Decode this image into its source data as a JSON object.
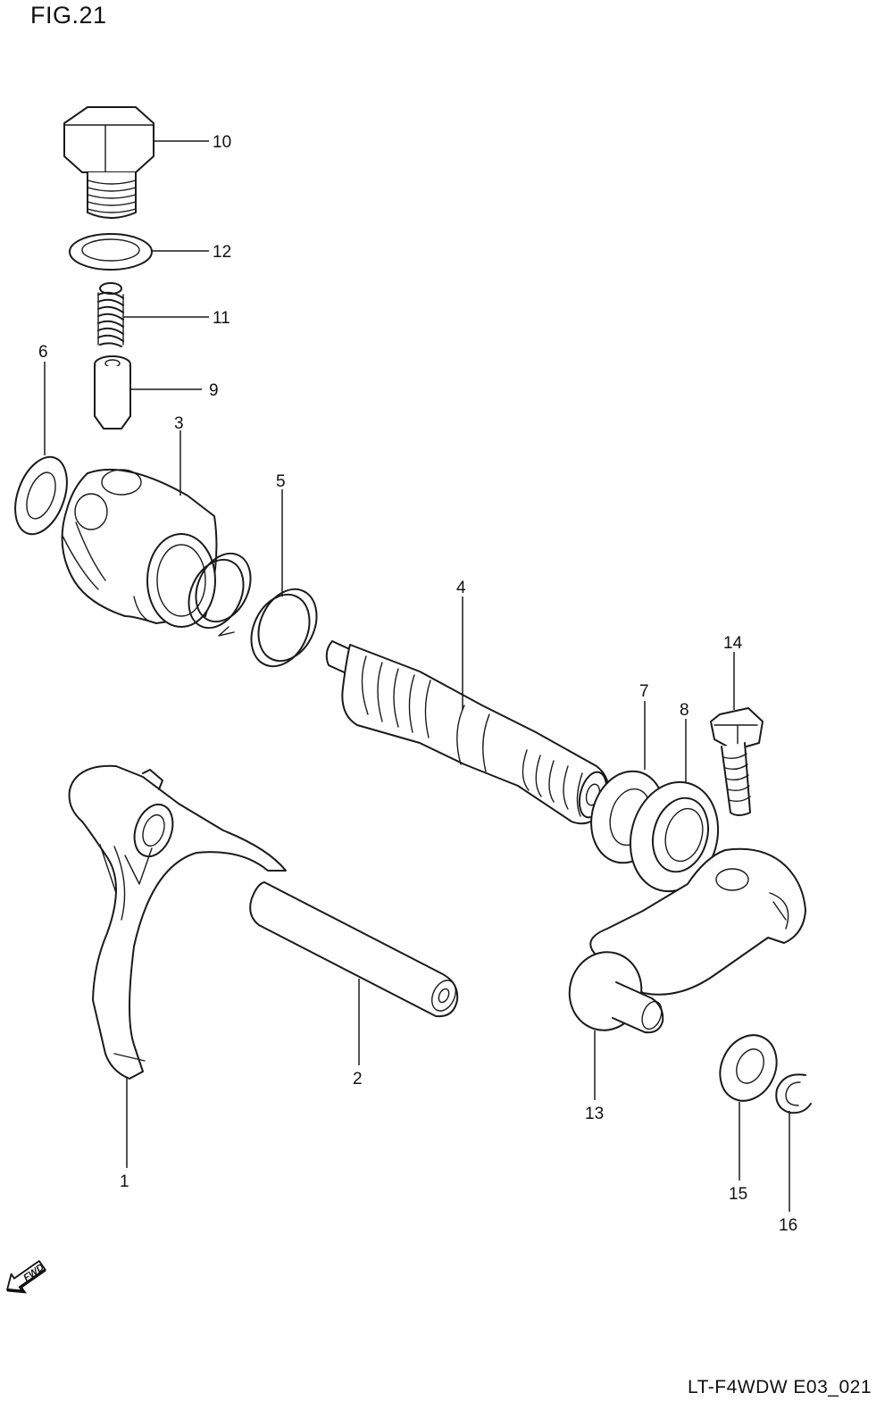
{
  "figure": {
    "title": "FIG.21",
    "code": "LT-F4WDW E03_021"
  },
  "fwd_label": "FWD",
  "callouts": [
    "1",
    "2",
    "3",
    "4",
    "5",
    "6",
    "7",
    "8",
    "9",
    "10",
    "11",
    "12",
    "13",
    "14",
    "15",
    "16"
  ]
}
